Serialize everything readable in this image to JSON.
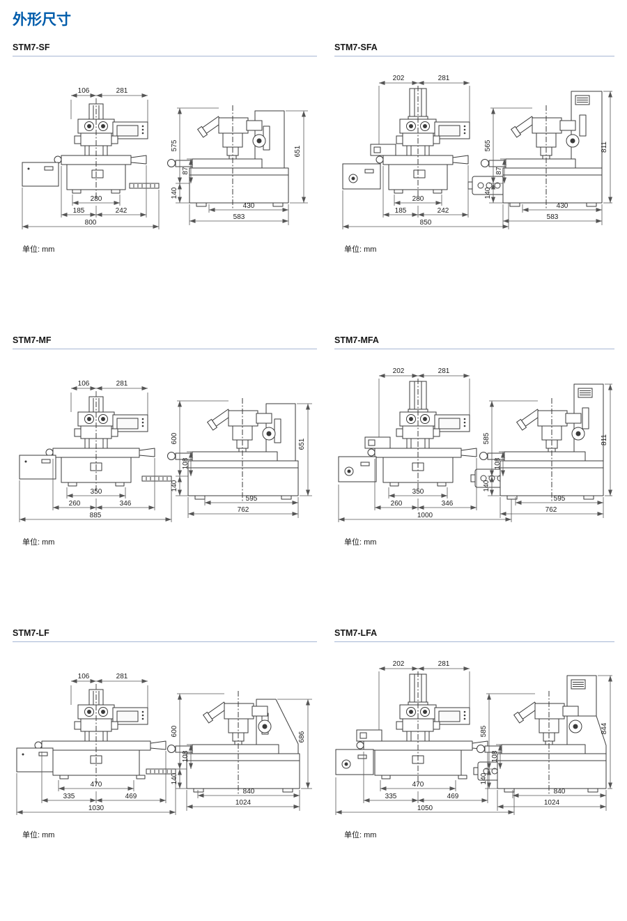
{
  "page": {
    "title": "外形尺寸",
    "unit_label": "单位: mm"
  },
  "colors": {
    "title_blue": "#005CAB",
    "header_rule": "#A6B7D4",
    "drawing_line": "#3A3A3A"
  },
  "sections": [
    {
      "model": "STM7-SF",
      "front": {
        "w_head": "106",
        "w_display": "281",
        "w_feet": "280",
        "w_left": "185",
        "w_right": "242",
        "w_total": "800"
      },
      "side": {
        "h_scope": "575",
        "h_stage": "87",
        "h_total": "651",
        "h_base": "140",
        "d_base": "430",
        "d_total": "583"
      }
    },
    {
      "model": "STM7-SFA",
      "front": {
        "w_head": "202",
        "w_display": "281",
        "w_feet": "280",
        "w_left": "185",
        "w_right": "242",
        "w_total": "850"
      },
      "side": {
        "h_scope": "565",
        "h_stage": "87",
        "h_total": "811",
        "h_base": "140",
        "d_base": "430",
        "d_total": "583"
      }
    },
    {
      "model": "STM7-MF",
      "front": {
        "w_head": "106",
        "w_display": "281",
        "w_feet": "350",
        "w_left": "260",
        "w_right": "346",
        "w_total": "885"
      },
      "side": {
        "h_scope": "600",
        "h_stage": "108",
        "h_total": "651",
        "h_base": "140",
        "d_base": "595",
        "d_total": "762"
      }
    },
    {
      "model": "STM7-MFA",
      "front": {
        "w_head": "202",
        "w_display": "281",
        "w_feet": "350",
        "w_left": "260",
        "w_right": "346",
        "w_total": "1000"
      },
      "side": {
        "h_scope": "585",
        "h_stage": "108",
        "h_total": "811",
        "h_base": "140",
        "d_base": "595",
        "d_total": "762"
      }
    },
    {
      "model": "STM7-LF",
      "front": {
        "w_head": "106",
        "w_display": "281",
        "w_feet": "470",
        "w_left": "335",
        "w_right": "469",
        "w_total": "1030"
      },
      "side": {
        "h_scope": "600",
        "h_stage": "108",
        "h_total": "686",
        "h_base": "140",
        "d_base": "840",
        "d_total": "1024"
      }
    },
    {
      "model": "STM7-LFA",
      "front": {
        "w_head": "202",
        "w_display": "281",
        "w_feet": "470",
        "w_left": "335",
        "w_right": "469",
        "w_total": "1050"
      },
      "side": {
        "h_scope": "585",
        "h_stage": "108",
        "h_total": "844",
        "h_base": "140",
        "d_base": "840",
        "d_total": "1024"
      }
    }
  ]
}
